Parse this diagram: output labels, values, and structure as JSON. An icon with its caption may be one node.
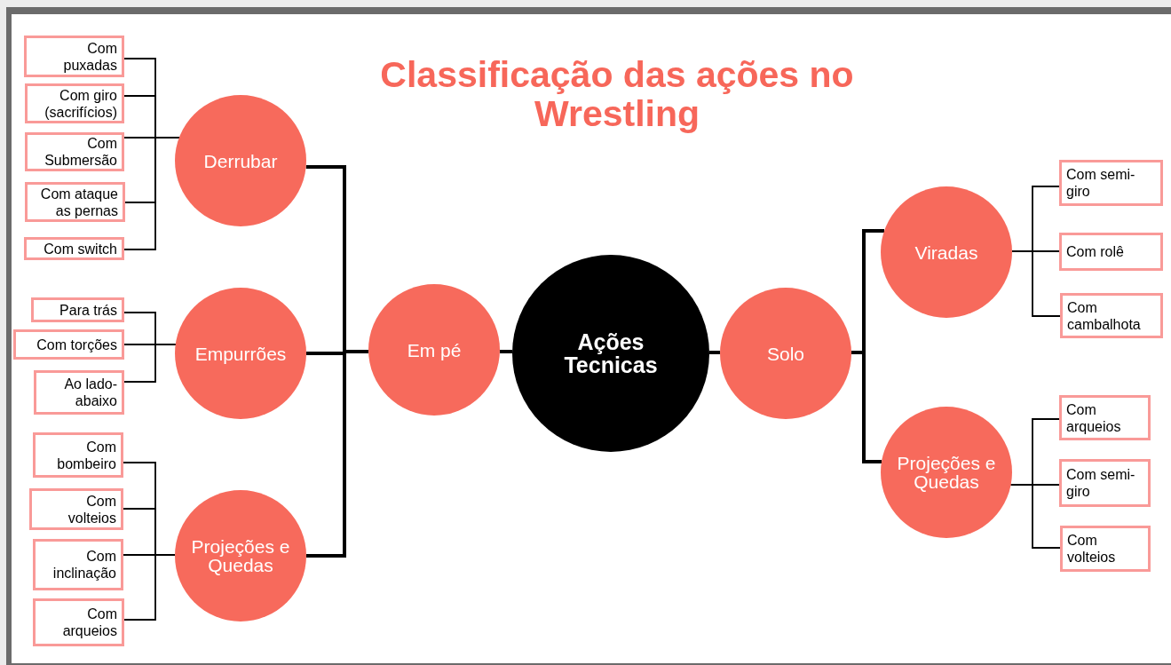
{
  "diagram": {
    "title": "Classificação das ações no Wrestling",
    "nodes": [
      {
        "text": [
          "Ações Tecnicas"
        ]
      },
      {
        "text": [
          "Em pé"
        ]
      },
      {
        "text": [
          "Solo"
        ]
      },
      {
        "text": [
          "Derrubar"
        ]
      },
      {
        "text": [
          "Empurrões"
        ]
      },
      {
        "text": [
          "Projeções e Quedas"
        ]
      },
      {
        "text": [
          "Viradas"
        ]
      },
      {
        "text": [
          "Projeções e Quedas"
        ]
      },
      {
        "text": [
          "Com puxadas"
        ]
      },
      {
        "text": [
          "Com giro (sacrifícios)"
        ]
      },
      {
        "text": [
          "Com Submersão"
        ]
      },
      {
        "text": [
          "Com ataque as pernas"
        ]
      },
      {
        "text": [
          "Com switch"
        ]
      },
      {
        "text": [
          "Para trás"
        ]
      },
      {
        "text": [
          "Com torções"
        ]
      },
      {
        "text": [
          "Ao lado-abaixo"
        ]
      },
      {
        "text": [
          "Com bombeiro"
        ]
      },
      {
        "text": [
          "Com volteios"
        ]
      },
      {
        "text": [
          "Com inclinação"
        ]
      },
      {
        "text": [
          "Com arqueios"
        ]
      },
      {
        "text": [
          "Com semi-giro"
        ]
      },
      {
        "text": [
          "Com rolê"
        ]
      },
      {
        "text": [
          "Com cambalhota"
        ]
      },
      {
        "text": [
          "Com arqueios"
        ]
      },
      {
        "text": [
          "Com semi-giro"
        ]
      },
      {
        "text": [
          "Com volteios"
        ]
      }
    ],
    "edges": [
      {
        "from": 0,
        "to": 1,
        "arrow": "none",
        "style": "thick"
      },
      {
        "from": 0,
        "to": 2,
        "arrow": "none",
        "style": "thick"
      },
      {
        "from": 1,
        "to": 3,
        "arrow": "none",
        "style": "thick"
      },
      {
        "from": 1,
        "to": 4,
        "arrow": "none",
        "style": "thick"
      },
      {
        "from": 1,
        "to": 5,
        "arrow": "none",
        "style": "thick"
      },
      {
        "from": 2,
        "to": 6,
        "arrow": "none",
        "style": "thick"
      },
      {
        "from": 2,
        "to": 7,
        "arrow": "none",
        "style": "thick"
      },
      {
        "from": 3,
        "to": 8,
        "arrow": "none"
      },
      {
        "from": 3,
        "to": 9,
        "arrow": "none"
      },
      {
        "from": 3,
        "to": 10,
        "arrow": "none"
      },
      {
        "from": 3,
        "to": 11,
        "arrow": "none"
      },
      {
        "from": 3,
        "to": 12,
        "arrow": "none"
      },
      {
        "from": 4,
        "to": 13,
        "arrow": "none"
      },
      {
        "from": 4,
        "to": 14,
        "arrow": "none"
      },
      {
        "from": 4,
        "to": 15,
        "arrow": "none"
      },
      {
        "from": 5,
        "to": 16,
        "arrow": "none"
      },
      {
        "from": 5,
        "to": 17,
        "arrow": "none"
      },
      {
        "from": 5,
        "to": 18,
        "arrow": "none"
      },
      {
        "from": 5,
        "to": 19,
        "arrow": "none"
      },
      {
        "from": 6,
        "to": 20,
        "arrow": "none"
      },
      {
        "from": 6,
        "to": 21,
        "arrow": "none"
      },
      {
        "from": 6,
        "to": 22,
        "arrow": "none"
      },
      {
        "from": 7,
        "to": 23,
        "arrow": "none"
      },
      {
        "from": 7,
        "to": 24,
        "arrow": "none"
      },
      {
        "from": 7,
        "to": 25,
        "arrow": "none"
      }
    ]
  }
}
